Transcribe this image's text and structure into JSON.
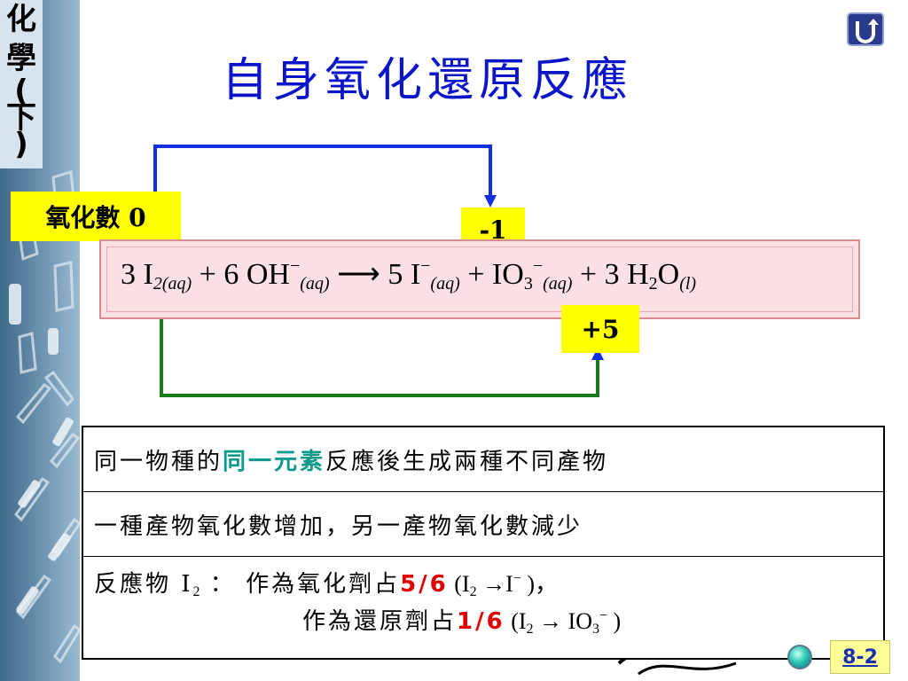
{
  "sidebar": {
    "chars": [
      "化",
      "學",
      "(",
      "下",
      ")"
    ]
  },
  "title": "自身氧化還原反應",
  "labels": {
    "oxidation_zero": "氧化數 0",
    "minus_one": "-1",
    "plus_five": "+5"
  },
  "equation": {
    "t1": "3 I",
    "s1": "2(aq)",
    "t2": " + 6 OH",
    "p2": "−",
    "s2": "(aq)",
    "arrow": " ⟶ ",
    "t3": "5 I",
    "p3": "−",
    "s3": "(aq)",
    "t4": " + IO",
    "s4a": "3",
    "p4": "−",
    "s4b": "(aq)",
    "t5": " + 3 H",
    "s5a": "2",
    "t6": "O",
    "s5b": "(l)"
  },
  "table": {
    "row1": {
      "pre": "同一物種的",
      "highlight": "同一元素",
      "post": "反應後生成兩種不同產物"
    },
    "row2": "一種產物氧化數增加，另一產物氧化數減少",
    "row3": {
      "reactant_label": "反應物 I",
      "reactant_sub": "2",
      "colon": " ：  ",
      "line1_text": "作為氧化劑占",
      "line1_value": "5/6",
      "line1_eq_a": " (I",
      "line1_eq_sub": "2",
      "line1_eq_b": " →I",
      "line1_eq_sup": "−",
      "line1_eq_c": " )，",
      "line2_text": "作為還原劑占",
      "line2_value": "1/6",
      "line2_eq_a": " (I",
      "line2_eq_sub": "2",
      "line2_eq_b": " → IO",
      "line2_eq_sub2": "3",
      "line2_eq_sup": "−",
      "line2_eq_c": " )"
    }
  },
  "nav": {
    "page_number": "8-2",
    "return_icon": "return-icon",
    "next_icon": "circle-nav-icon"
  },
  "colors": {
    "title": "#0a14c8",
    "label_bg": "#ffff00",
    "equation_bg": "#fbe1e4",
    "blue_arrow": "#1230e0",
    "green_arrow": "#1a7a1a",
    "highlight": "#0d9a8a",
    "value": "#e00000"
  }
}
